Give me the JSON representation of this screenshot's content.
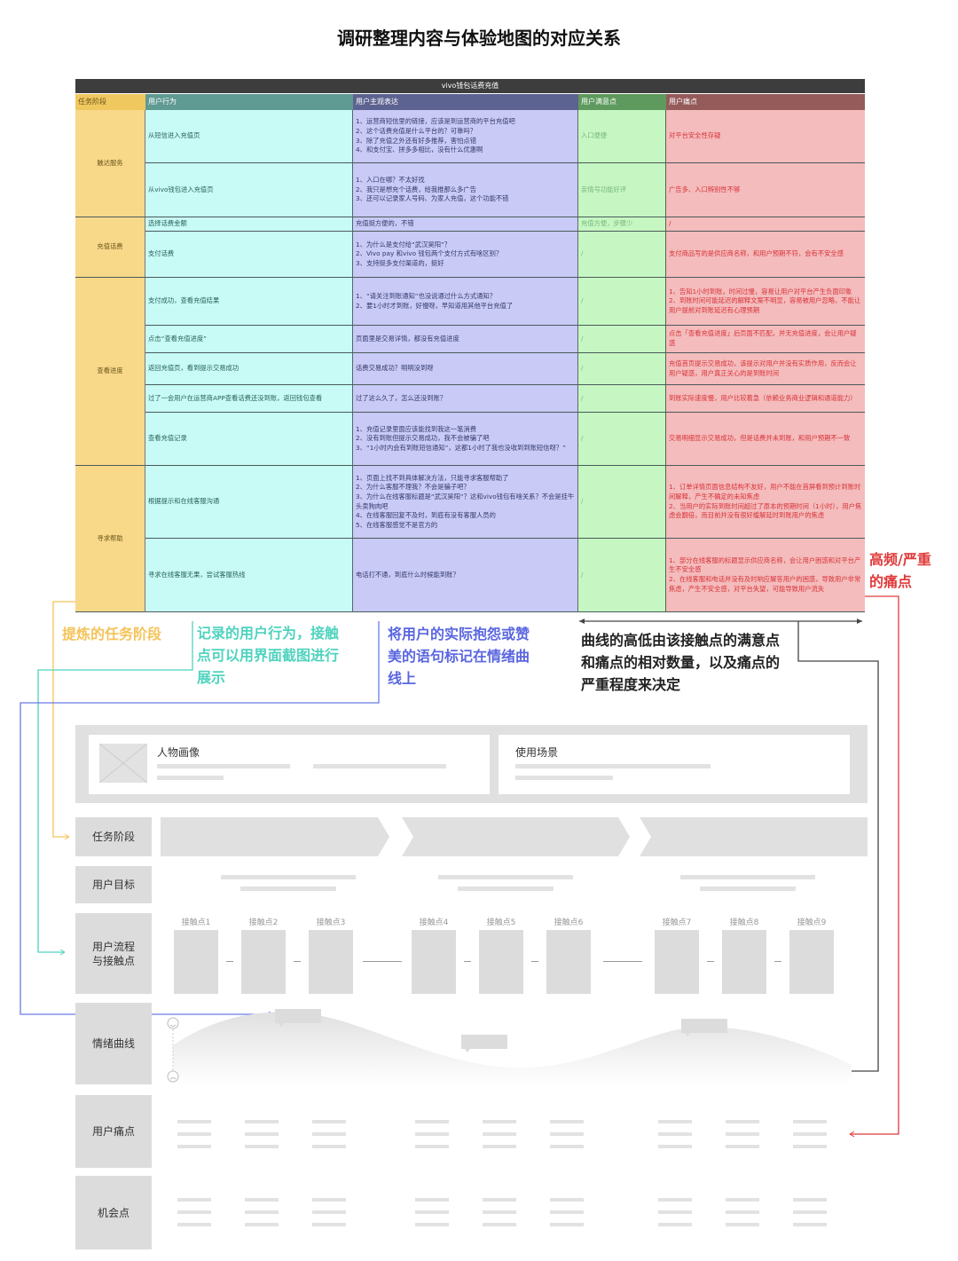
{
  "title": "调研整理内容与体验地图的对应关系",
  "table": {
    "caption": "vivo钱包话费充值",
    "headers": [
      "任务阶段",
      "用户行为",
      "用户主观表达",
      "用户满意点",
      "用户痛点"
    ],
    "stages": [
      "触达服务",
      "充值话费",
      "查看进度",
      "寻求帮助"
    ],
    "rows": [
      {
        "behavior": "从短信进入充值页",
        "expression": "1、运营商短信里的链接，应该是到运营商的平台充值吧\n2、这个话费充值是什么平台的？可靠吗？\n3、除了充值之外还有好多推荐，害怕点错\n4、和支付宝、拼多多相比，没有什么优惠啊",
        "satisfaction": "入口便捷",
        "pain": "对平台安全性存疑"
      },
      {
        "behavior": "从vivo钱包进入充值页",
        "expression": "1、入口在哪？不太好找\n2、我只是想充个话费，给我推那么多广告\n3、还可以记录家人号码、为家人充值，这个功能不错",
        "satisfaction": "亲情号功能好评",
        "pain": "广告多、入口辨别性不够"
      },
      {
        "behavior": "选择话费金额",
        "expression": "充值挺方便的，不错",
        "satisfaction": "充值方便，步骤少",
        "pain": "/"
      },
      {
        "behavior": "支付话费",
        "expression": "1、为什么是支付给“武汉昊阳”？\n2、Vivo pay 和vivo 钱包两个支付方式有啥区别？\n3、支持挺多支付渠道的，挺好",
        "satisfaction": "/",
        "pain": "支付商品写的是供应商名称，和用户预期不符，会有不安全感"
      },
      {
        "behavior": "支付成功，查看充值结果",
        "expression": "1、“请关注到账通知”也没说通过什么方式通知？\n2、要1小时才到账，好慢呀，早知道用其他平台充值了",
        "satisfaction": "/",
        "pain": "1、告知1小时到账，时间过慢，容易让用户对平台产生负面印象\n2、到账时间可能延迟的解释文案不明显，容易被用户忽略，不能让用户提前对到账延迟有心理预期"
      },
      {
        "behavior": "点击“查看充值进度”",
        "expression": "页面里是交易详情，都没有充值进度",
        "satisfaction": "/",
        "pain": "点击「查看充值进度」后页面不匹配，并无充值进度，会让用户疑惑"
      },
      {
        "behavior": "返回充值页，看到提示交易成功",
        "expression": "话费交易成功？明明没到呀",
        "satisfaction": "/",
        "pain": "充值首页提示交易成功，该提示对用户并没有实质作用，反而会让用户疑惑，用户真正关心的是到账时间"
      },
      {
        "behavior": "过了一会用户在运营商APP查看话费还没到账，返回钱包查看",
        "expression": "过了这么久了，怎么还没到账？",
        "satisfaction": "/",
        "pain": "到账实际速度慢，用户比较着急（依赖业务商业逻辑和通道能力）"
      },
      {
        "behavior": "查看充值记录",
        "expression": "1、充值记录里面应该能找到我这一笔消费\n2、没有到账但提示交易成功，我不会被骗了吧\n3、“1小时内会有到账短信通知”，这都1小时了我也没收到到账短信呀？”",
        "satisfaction": "/",
        "pain": "交易明细显示交易成功，但是话费并未到账，和用户预期不一致"
      },
      {
        "behavior": "根据提示和在线客服沟通",
        "expression": "1、页面上找不到具体解决方法，只能寻求客服帮助了\n2、为什么客服不理我？不会是骗子吧？\n3、为什么在线客服标题是“武汉昊阳”？这和vivo钱包有啥关系？不会是挂牛头卖狗肉吧\n4、在线客服回复不及时，到底有没有客服人员的\n5、在线客服感觉不是官方的",
        "satisfaction": "/",
        "pain": "1、订单详情页面信息结构不友好，用户不能在首屏看到预计到账时间解释，产生不确定的未知焦虑\n2、当用户的实际到账时间超过了原本的预期时间（1小时），用户焦虑会翻倍，而目前并没有很好缓解延时到账用户的焦虑"
      },
      {
        "behavior": "寻求在线客服无果，尝试客服热线",
        "expression": "电话打不通，到底什么时候能到账？",
        "satisfaction": "/",
        "pain": "1、部分在线客服的标题显示供应商名称，会让用户困惑和对平台产生不安全感\n2、在线客服和电话并没有及时响应解答用户的困惑，导致用户非常焦虑，产生不安全感，对平台失望，可能导致用户流失"
      }
    ]
  },
  "notes": {
    "stage": "提炼的任务阶段",
    "behavior": "记录的用户行为，接触点可以用界面截图进行展示",
    "expression": "将用户的实际抱怨或赞美的语句标记在情绪曲线上",
    "curve": "曲线的高低由该接触点的满意点和痛点的相对数量，以及痛点的严重程度来决定",
    "pain": "高频/严重的痛点"
  },
  "map": {
    "persona": "人物画像",
    "scene": "使用场景",
    "rows": [
      "任务阶段",
      "用户目标",
      "用户流程\n与接触点",
      "情绪曲线",
      "用户痛点",
      "机会点"
    ],
    "touchpoints": [
      "接触点1",
      "接触点2",
      "接触点3",
      "接触点4",
      "接触点5",
      "接触点6",
      "接触点7",
      "接触点8",
      "接触点9"
    ]
  },
  "colors": {
    "stage": "#f8d98a",
    "behavior": "#c8fbf5",
    "expression": "#c9caf6",
    "satisfaction": "#c6f7c3",
    "pain": "#f4bcbc",
    "note_yellow": "#f5c35a",
    "note_teal": "#4fd3bf",
    "note_blue": "#5a66e0",
    "note_red": "#e03a3a"
  }
}
